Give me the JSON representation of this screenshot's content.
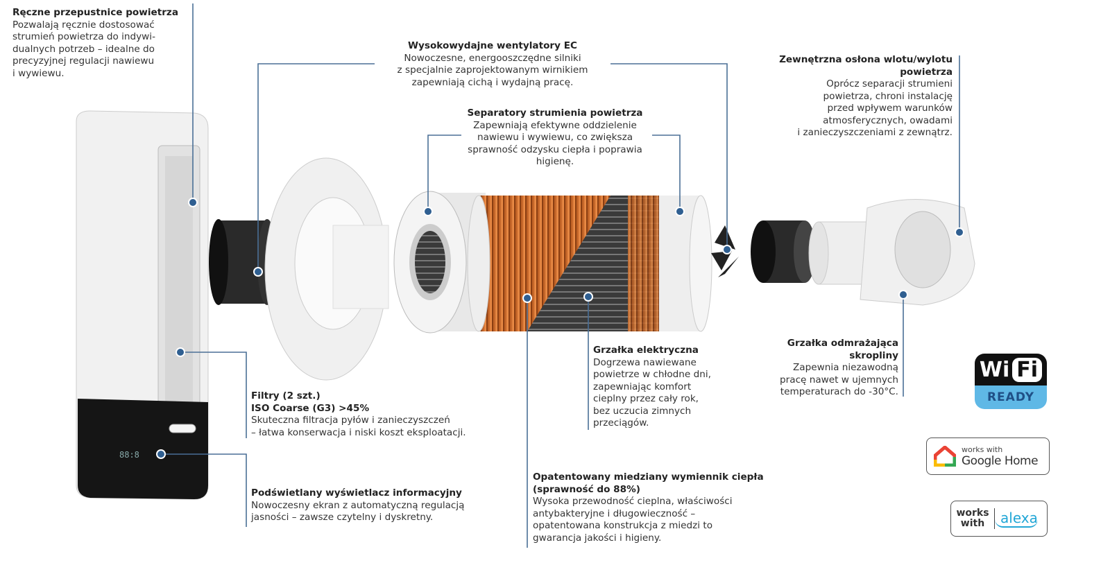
{
  "colors": {
    "leader": "#4a6f96",
    "copper": "#d9783a",
    "text": "#333333",
    "wifi_blue": "#5fb8e6"
  },
  "callouts": {
    "dampers": {
      "title": "Ręczne przepustnice powietrza",
      "body": "Pozwalają ręcznie dostosować\nstrumień powietrza do indywi-\ndualnych potrzeb – idealne do\nprecyzyjnej regulacji nawiewu\ni wywiewu."
    },
    "fans": {
      "title": "Wysokowydajne wentylatory EC",
      "body": "Nowoczesne, energooszczędne silniki\nz specjalnie zaprojektowanym wirnikiem\nzapewniają cichą i wydajną pracę."
    },
    "separators": {
      "title": "Separatory strumienia powietrza",
      "body": "Zapewniają efektywne oddzielenie\nnawiewu i wywiewu, co zwiększa\nsprawność odzysku ciepła i poprawia\nhigienę."
    },
    "hood": {
      "title": "Zewnętrzna osłona wlotu/wylotu\npowietrza",
      "body": "Oprócz separacji strumieni\npowietrza, chroni instalację\nprzed wpływem warunków\natmosferycznych, owadami\ni zanieczyszczeniami z zewnątrz."
    },
    "filters": {
      "title": "Filtry (2 szt.)\nISO Coarse (G3) >45%",
      "body": "Skuteczna filtracja pyłów i zanieczyszczeń\n– łatwa konserwacja i niski koszt eksploatacji."
    },
    "display": {
      "title": "Podświetlany wyświetlacz informacyjny",
      "body": "Nowoczesny ekran z automatyczną regulacją\njasności – zawsze czytelny i dyskretny."
    },
    "heater": {
      "title": "Grzałka elektryczna",
      "body": "Dogrzewa nawiewane\npowietrze w chłodne dni,\nzapewniając komfort\ncieplny przez cały rok,\nbez uczucia zimnych\nprzeciągów."
    },
    "exchanger": {
      "title": "Opatentowany miedziany wymiennik ciepła\n(sprawność do 88%)",
      "body": "Wysoka przewodność cieplna, właściwości\nantybakteryjne i długowieczność –\nopatentowana konstrukcja z miedzi to\ngwarancja jakości i higieny."
    },
    "defrost": {
      "title": "Grzałka odmrażająca\nskropliny",
      "body": "Zapewnia niezawodną\npracę nawet w ujemnych\ntemperaturach do -30°C."
    }
  },
  "badges": {
    "wifi": {
      "word1": "Wi",
      "word2": "Fi",
      "ready": "READY"
    },
    "google": {
      "top": "works with",
      "brand": "Google Home"
    },
    "alexa": {
      "top": "works\nwith",
      "brand": "alexa"
    }
  }
}
